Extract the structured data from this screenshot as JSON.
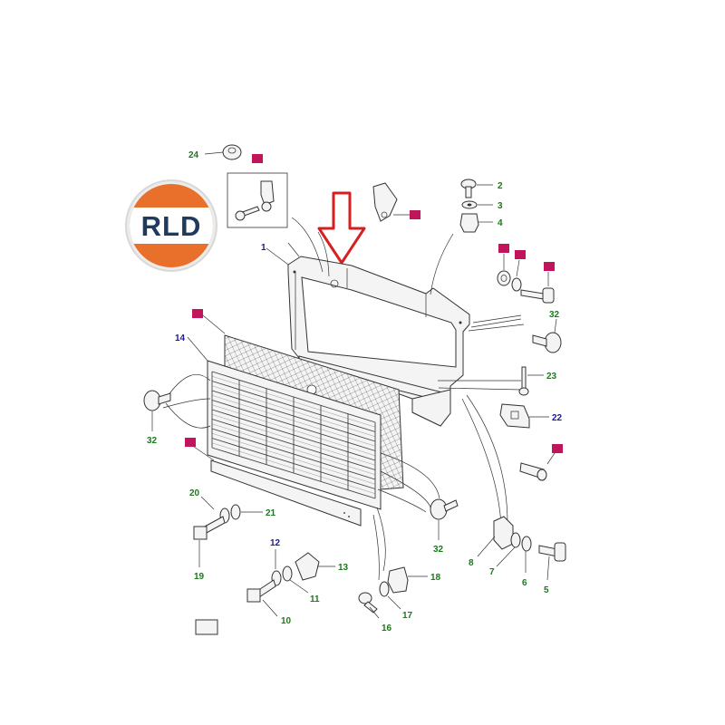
{
  "logo": {
    "text": "RLD",
    "colors": {
      "orange": "#e8702a",
      "navy": "#1f3a5c",
      "ring": "#dddddd"
    }
  },
  "colors": {
    "green_label": "#1a7a1a",
    "blue_label": "#1a1a9a",
    "magenta_box": "#c0155a",
    "arrow": "#d62020"
  },
  "labels": {
    "l1": "1",
    "l2": "2",
    "l3": "3",
    "l4": "4",
    "l5": "5",
    "l6": "6",
    "l7": "7",
    "l8": "8",
    "l10": "10",
    "l11": "11",
    "l12": "12",
    "l13": "13",
    "l14": "14",
    "l16": "16",
    "l17": "17",
    "l18": "18",
    "l19": "19",
    "l20": "20",
    "l21": "21",
    "l22": "22",
    "l23": "23",
    "l24": "24",
    "l32a": "32",
    "l32b": "32",
    "l32c": "32"
  }
}
